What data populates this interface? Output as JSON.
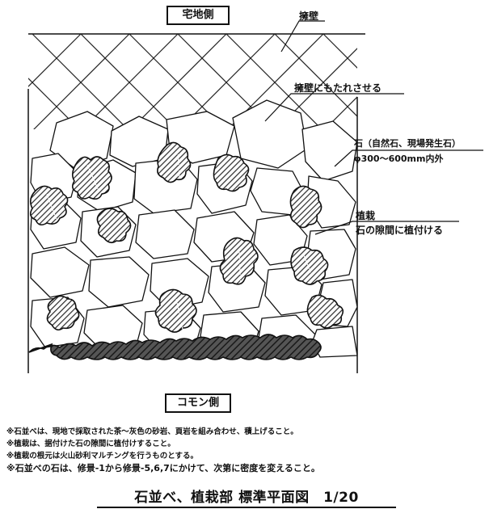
{
  "labels": {
    "top": "宅地側",
    "bottom": "コモン側"
  },
  "callouts": {
    "retaining_wall": "擁壁",
    "lean_on_wall": "擁壁にもたれさせる",
    "stone_line1": "石（自然石、現場発生石）",
    "stone_line2": "φ300～600mm内外",
    "planting_line1": "植栽",
    "planting_line2": "石の隙間に植付ける"
  },
  "notes": [
    "※石並べは、現地で採取された茶～灰色の砂岩、頁岩を組み合わせ、積上げること。",
    "※植栽は、据付けた石の隙間に植付けすること。",
    "※植栽の根元は火山砂利マルチングを行うものとする。",
    "※石並べの石は、修景-1から修景-5,6,7にかけて、次第に密度を変えること。"
  ],
  "title": "石並べ、植栽部 標準平面図　1/20",
  "colors": {
    "ink": "#111111",
    "hatch": "#2a2a2a",
    "paper": "#ffffff"
  }
}
